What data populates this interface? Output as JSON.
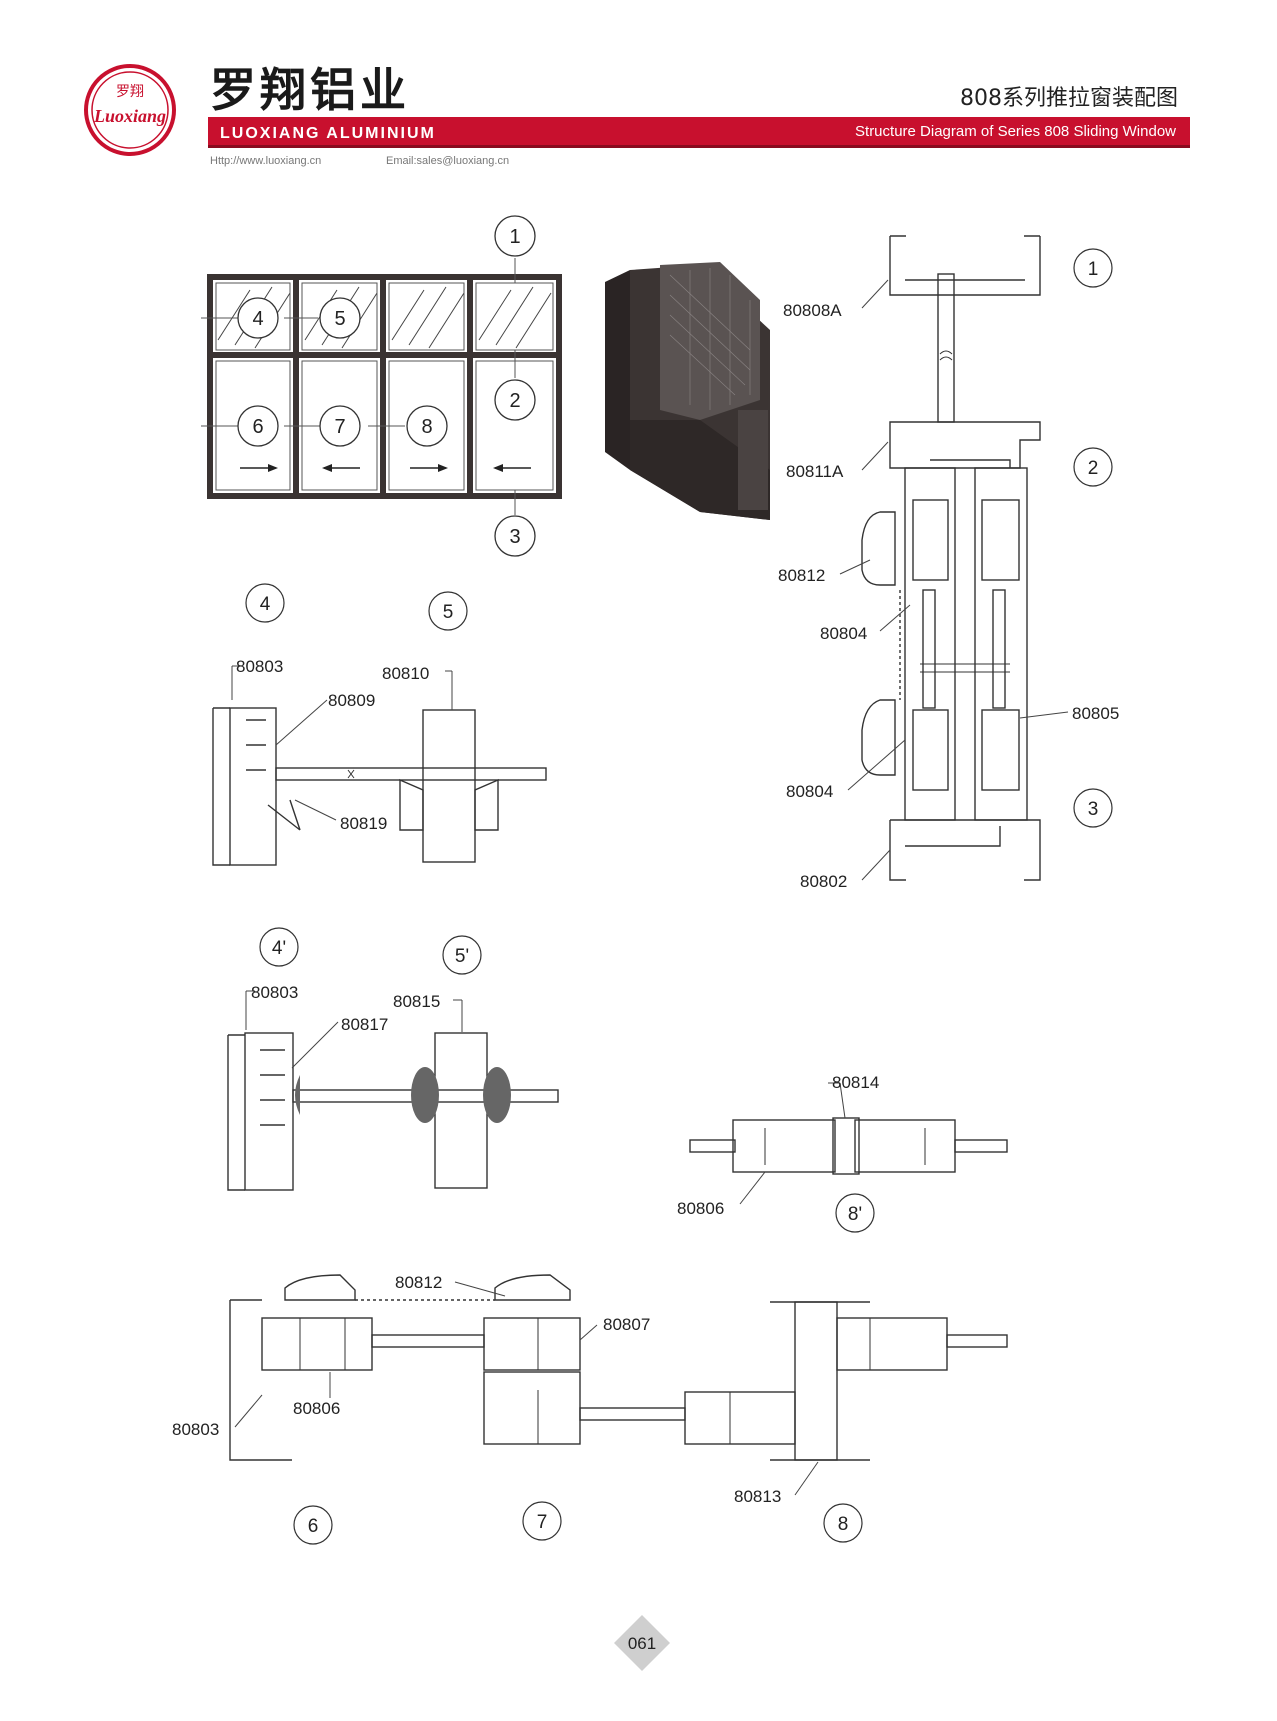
{
  "header": {
    "logo_chinese": "罗翔",
    "logo_script": "Luoxiang",
    "company_cn": "罗翔铝业",
    "company_en": "LUOXIANG ALUMINIUM",
    "title_cn": "808系列推拉窗装配图",
    "title_en": "Structure Diagram of Series 808 Sliding Window",
    "website": "Http://www.luoxiang.cn",
    "email": "Email:sales@luoxiang.cn"
  },
  "colors": {
    "brand_red": "#c8102e",
    "line": "#333333",
    "frame_dark": "#3a3332"
  },
  "elevation_markers": [
    "1",
    "2",
    "3",
    "4",
    "5",
    "6",
    "7",
    "8"
  ],
  "section_markers": {
    "s4": "4",
    "s5": "5",
    "s4p": "4'",
    "s5p": "5'",
    "s6": "6",
    "s7": "7",
    "s8": "8",
    "s8p": "8'",
    "s1": "1",
    "s2": "2",
    "s3": "3"
  },
  "part_labels": {
    "p80808A": "80808A",
    "p80811A": "80811A",
    "p80812_v": "80812",
    "p80804_a": "80804",
    "p80805": "80805",
    "p80804_b": "80804",
    "p80802": "80802",
    "p80803_4": "80803",
    "p80809": "80809",
    "p80810": "80810",
    "p80819": "80819",
    "p80803_4p": "80803",
    "p80817": "80817",
    "p80815": "80815",
    "p80814": "80814",
    "p80806_8p": "80806",
    "p80812_h": "80812",
    "p80807": "80807",
    "p80803_6": "80803",
    "p80806_6": "80806",
    "p80813": "80813"
  },
  "page_number": "061"
}
